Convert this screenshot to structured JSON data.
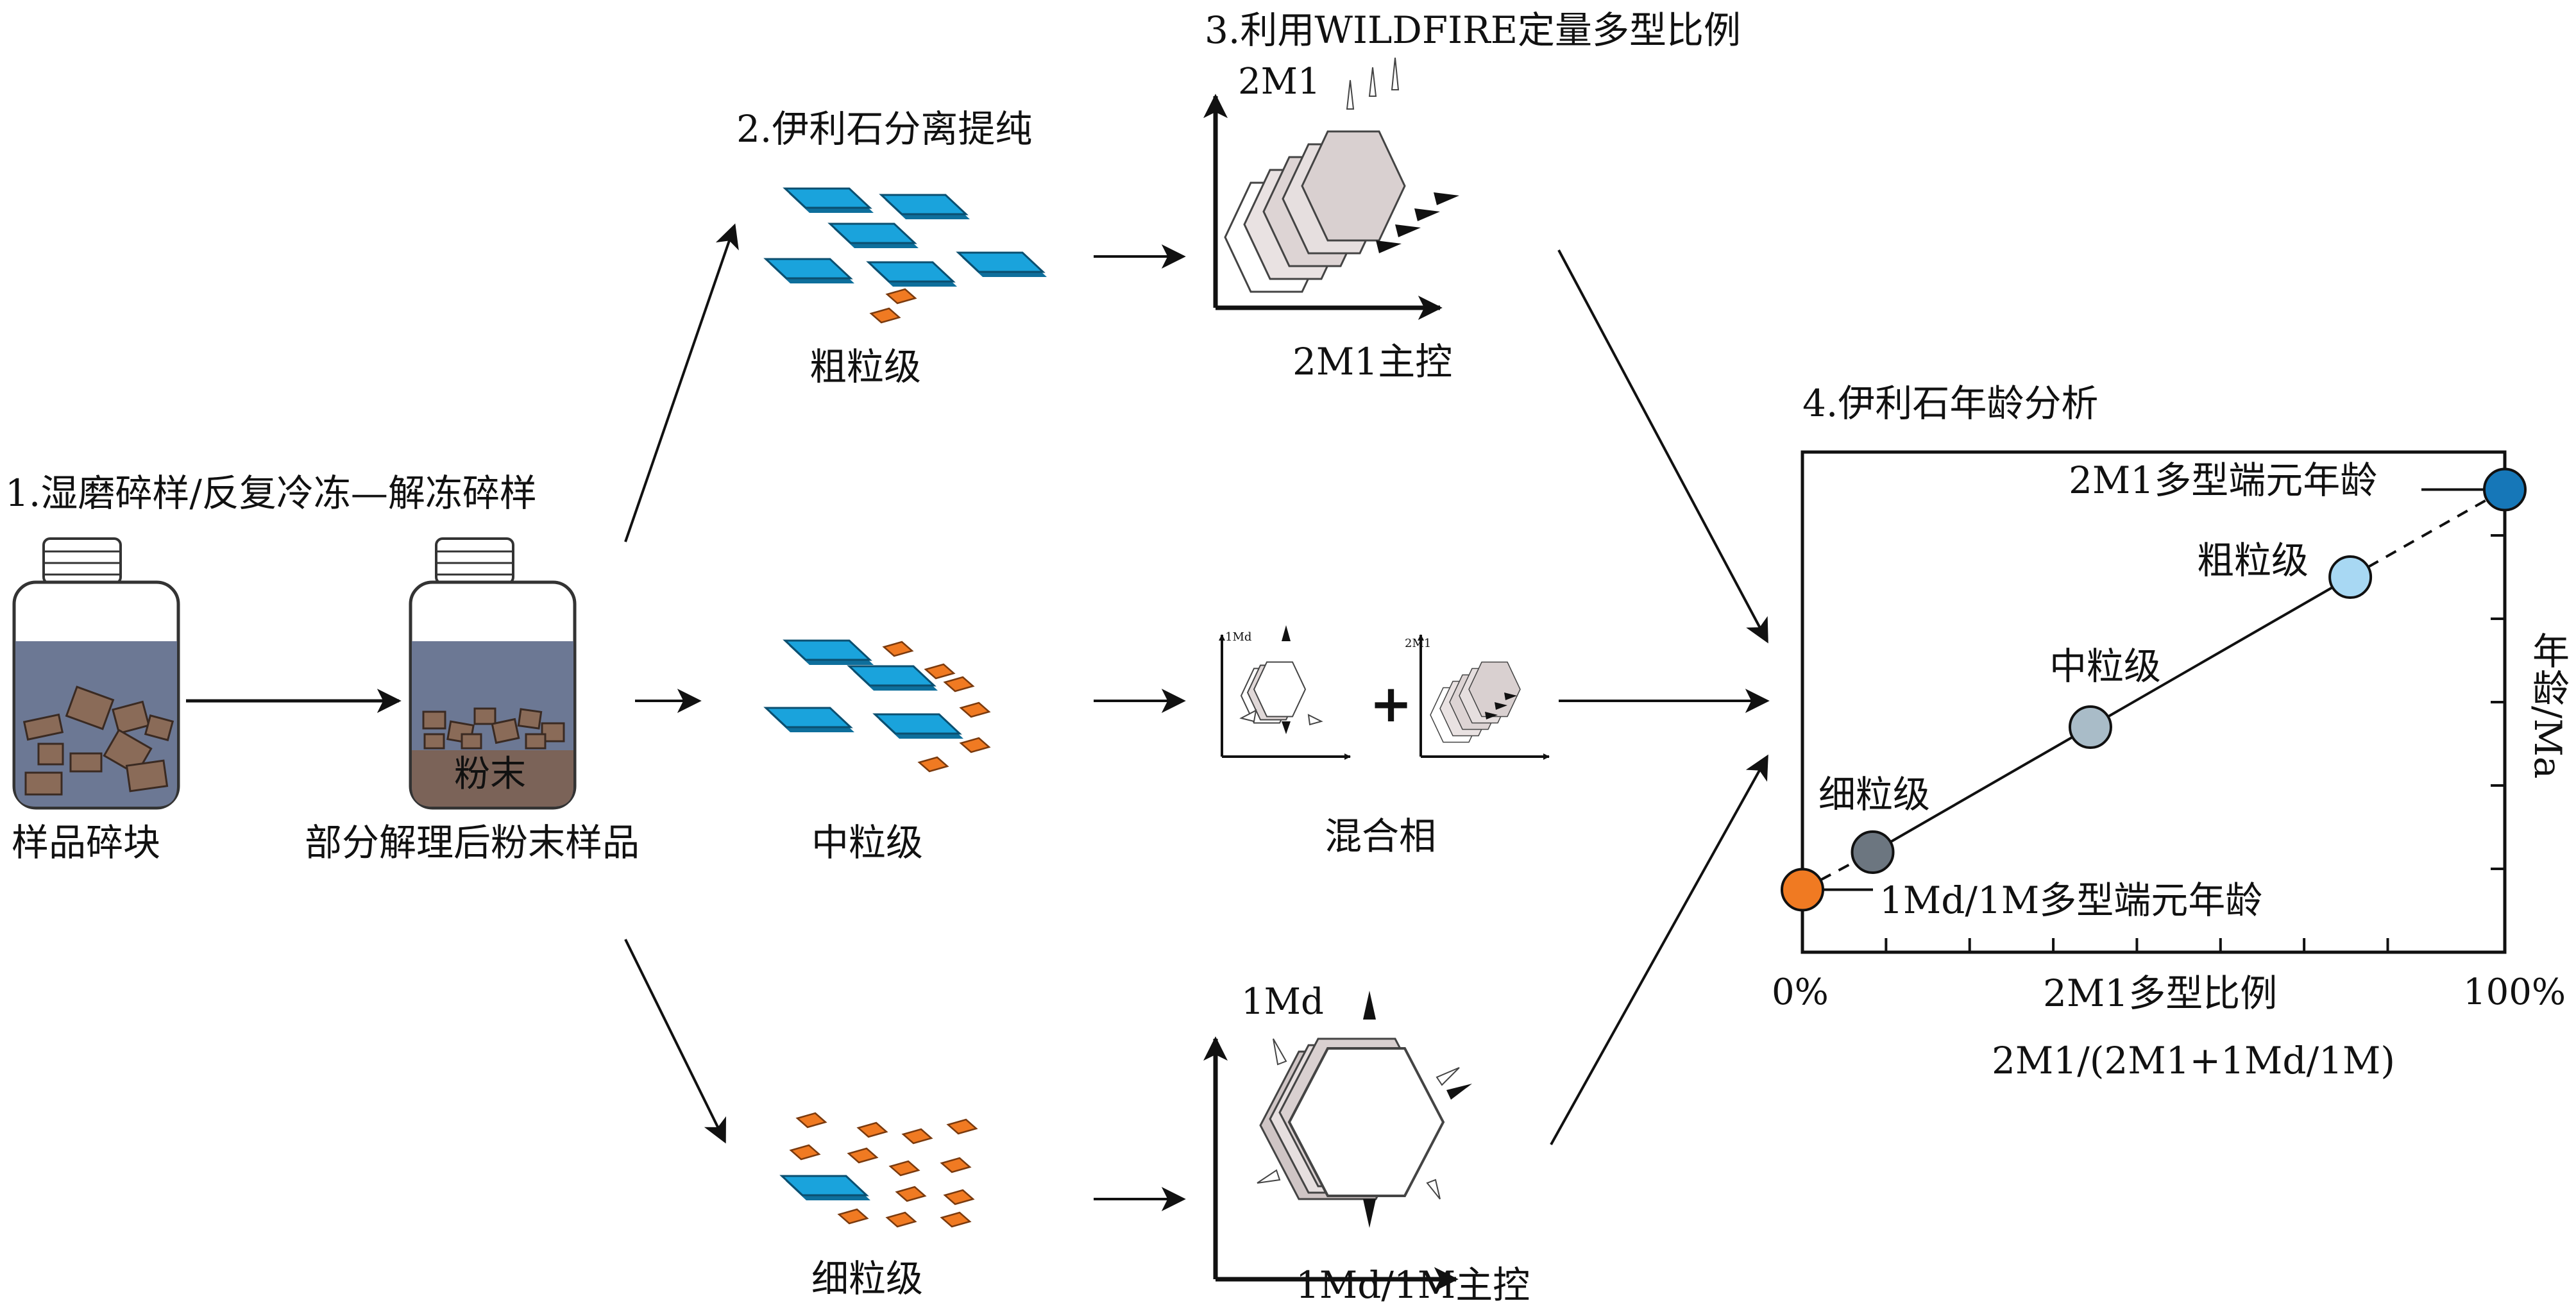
{
  "step1": {
    "title": "1.湿磨碎样/反复冷冻—解冻碎样",
    "jar1_label": "样品碎块",
    "jar2_label": "部分解理后粉末样品",
    "powder_label": "粉末"
  },
  "step2": {
    "title": "2.伊利石分离提纯",
    "coarse_label": "粗粒级",
    "medium_label": "中粒级",
    "fine_label": "细粒级"
  },
  "step3": {
    "title": "3.利用WILDFIRE定量多型比例",
    "coarse_axis_label": "2M1",
    "coarse_caption": "2M1主控",
    "mixed_caption": "混合相",
    "mixed_small_a": "1Md",
    "mixed_small_b": "2M1",
    "fine_axis_label": "1Md",
    "fine_caption": "1Md/1M主控"
  },
  "step4": {
    "title": "4.伊利石年龄分析",
    "endmember_2m1": "2M1多型端元年龄",
    "endmember_1md": "1Md/1M多型端元年龄",
    "point_coarse": "粗粒级",
    "point_medium": "中粒级",
    "point_fine": "细粒级",
    "x_tick_min": "0%",
    "x_tick_max": "100%",
    "x_axis_label": "2M1多型比例",
    "x_axis_formula": "2M1/(2M1+1Md/1M)",
    "y_axis_label": "年龄/Ma"
  },
  "colors": {
    "illite_blue": "#1aa3dc",
    "orange": "#f07a22",
    "jar_liquid": "#6c7894",
    "rock": "#8a6b58",
    "powder": "#7b6358",
    "pt_2m1": "#1677b8",
    "pt_coarse": "#a8d8f3",
    "pt_medium": "#a9bcc8",
    "pt_fine": "#6c7680",
    "pt_1md": "#f07a22"
  },
  "chart_data": {
    "type": "scatter",
    "xlabel": "2M1/(2M1+1Md/1M)",
    "ylabel": "年龄/Ma",
    "x_unit": "%",
    "xlim": [
      0,
      100
    ],
    "series": [
      {
        "name": "1Md/1M多型端元年龄",
        "x": [
          0
        ],
        "y": [
          1.0
        ]
      },
      {
        "name": "细粒级",
        "x": [
          10
        ],
        "y": [
          1.6
        ]
      },
      {
        "name": "中粒级",
        "x": [
          41
        ],
        "y": [
          3.6
        ]
      },
      {
        "name": "粗粒级",
        "x": [
          78
        ],
        "y": [
          6.0
        ]
      },
      {
        "name": "2M1多型端元年龄",
        "x": [
          100
        ],
        "y": [
          7.4
        ]
      }
    ],
    "grid": false
  }
}
